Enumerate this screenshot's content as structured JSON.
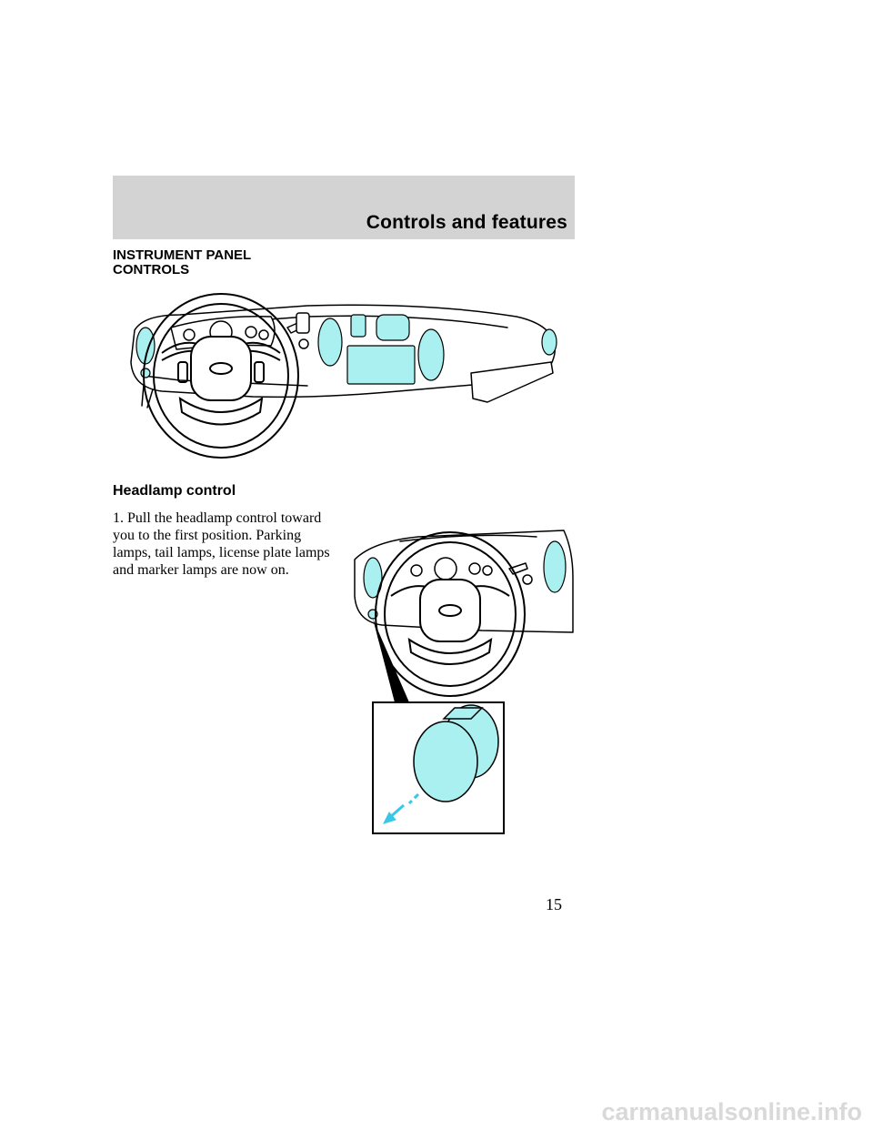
{
  "header": {
    "section_title": "Controls and features"
  },
  "section": {
    "heading_line1": "INSTRUMENT PANEL",
    "heading_line2": "CONTROLS"
  },
  "headlamp": {
    "subheading": "Headlamp control",
    "step1": "1. Pull the headlamp control toward you to the first position. Parking lamps, tail lamps, license plate lamps and marker lamps are now on."
  },
  "page_number": "15",
  "watermark": "carmanualsonline.info",
  "colors": {
    "accent": "#aaf0f0",
    "header_band": "#d3d3d3",
    "arrow": "#36c8e6"
  }
}
